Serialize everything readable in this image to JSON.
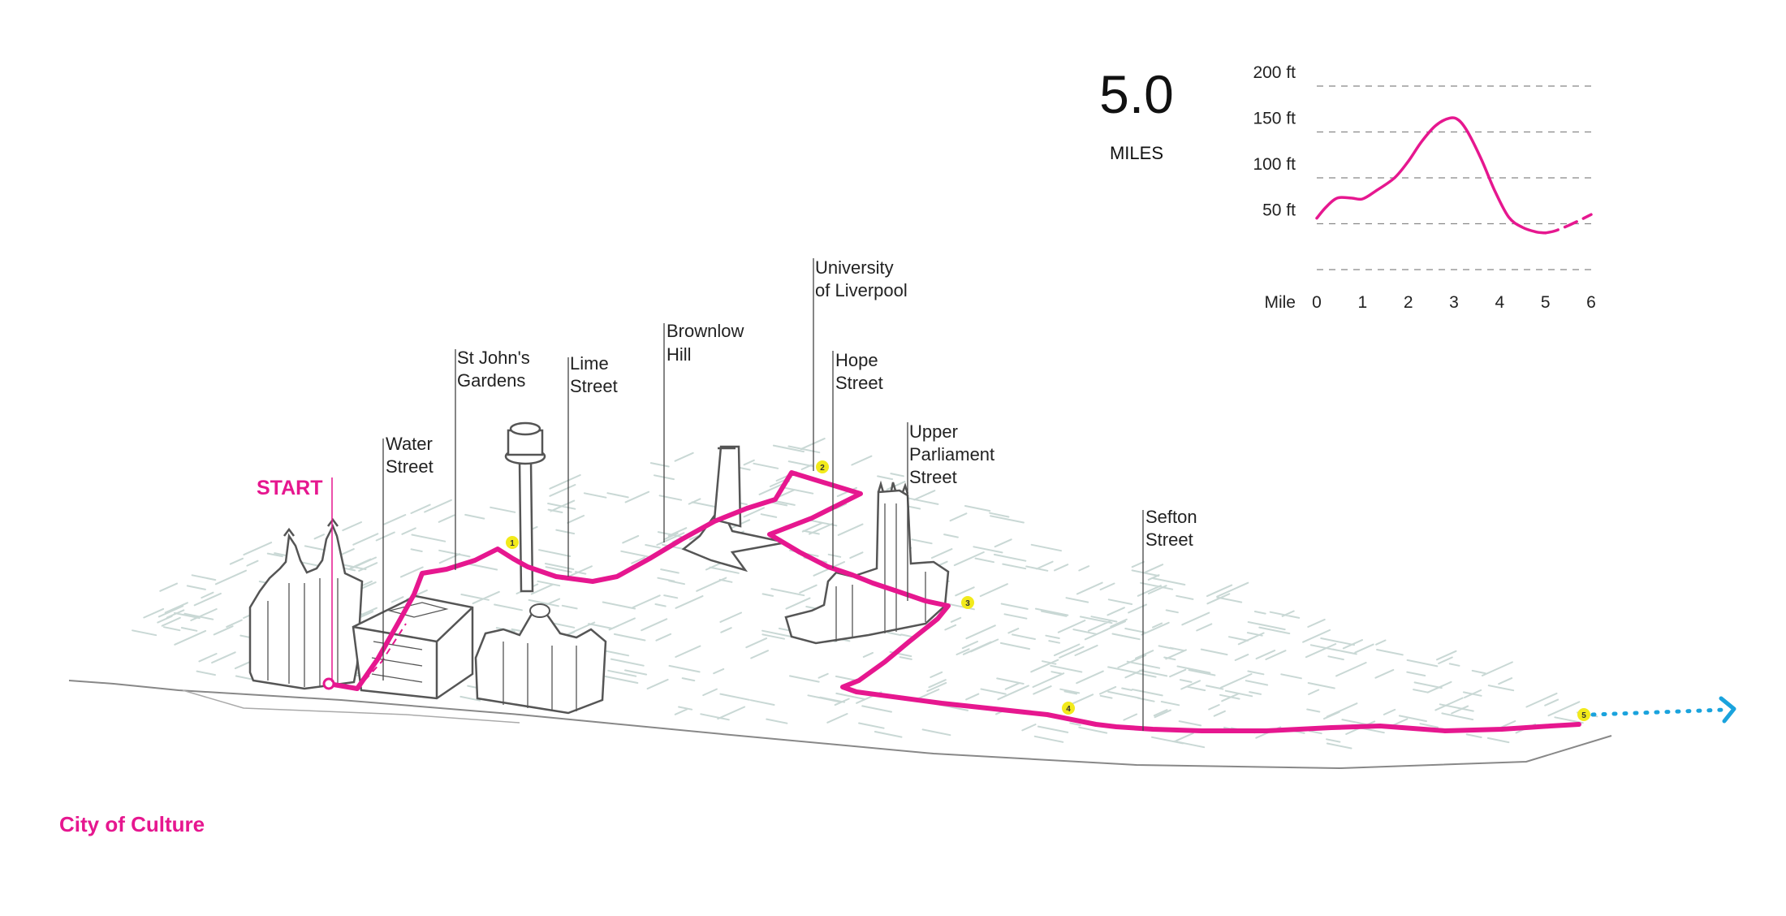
{
  "colors": {
    "route": "#e6178f",
    "extension": "#1aa3dd",
    "streets": "#c9d8d5",
    "building_outline": "#555555",
    "marker": "#f2ea1b"
  },
  "map": {
    "start_label": "START",
    "markers": [
      "1",
      "2",
      "3",
      "4",
      "5"
    ],
    "street_labels": [
      {
        "id": "water-street",
        "lines": [
          "Water",
          "Street"
        ]
      },
      {
        "id": "st-johns-gardens",
        "lines": [
          "St John's",
          "Gardens"
        ]
      },
      {
        "id": "lime-street",
        "lines": [
          "Lime",
          "Street"
        ]
      },
      {
        "id": "brownlow-hill",
        "lines": [
          "Brownlow",
          "Hill"
        ]
      },
      {
        "id": "university-of-liverpool",
        "lines": [
          "University",
          "of Liverpool"
        ]
      },
      {
        "id": "hope-street",
        "lines": [
          "Hope",
          "Street"
        ]
      },
      {
        "id": "upper-parliament-street",
        "lines": [
          "Upper",
          "Parliament",
          "Street"
        ]
      },
      {
        "id": "sefton-street",
        "lines": [
          "Sefton",
          "Street"
        ]
      }
    ],
    "landmark_icons": [
      "liver-building-icon",
      "radio-tower-icon",
      "st-georges-hall-icon",
      "metropolitan-cathedral-icon",
      "anglican-cathedral-icon",
      "office-block-icon",
      "continue-arrow-icon"
    ]
  },
  "distance": {
    "value": "5.0",
    "unit": "MILES"
  },
  "chart_data": {
    "type": "line",
    "title": "",
    "xlabel": "Mile",
    "ylabel": "",
    "x_ticks": [
      "0",
      "1",
      "2",
      "3",
      "4",
      "5",
      "6"
    ],
    "y_ticks": [
      "200 ft",
      "150 ft",
      "100 ft",
      "50 ft"
    ],
    "xlim": [
      0,
      6
    ],
    "ylim": [
      0,
      200
    ],
    "grid": true,
    "series": [
      {
        "x": [
          0,
          0.2,
          0.45,
          0.75,
          1.0,
          1.3,
          1.7,
          2.0,
          2.3,
          2.6,
          2.9,
          3.1,
          3.3,
          3.6,
          3.9,
          4.2,
          4.5,
          4.8,
          5.0
        ],
        "y": [
          56,
          68,
          78,
          78,
          77,
          86,
          100,
          118,
          140,
          157,
          165,
          163,
          150,
          120,
          85,
          57,
          46,
          41,
          40
        ]
      },
      {
        "style": "dashed",
        "x": [
          5.0,
          5.2,
          5.5,
          5.8,
          6.0
        ],
        "y": [
          40,
          42,
          48,
          55,
          60
        ]
      }
    ]
  },
  "footer": {
    "title": "City of Culture"
  }
}
